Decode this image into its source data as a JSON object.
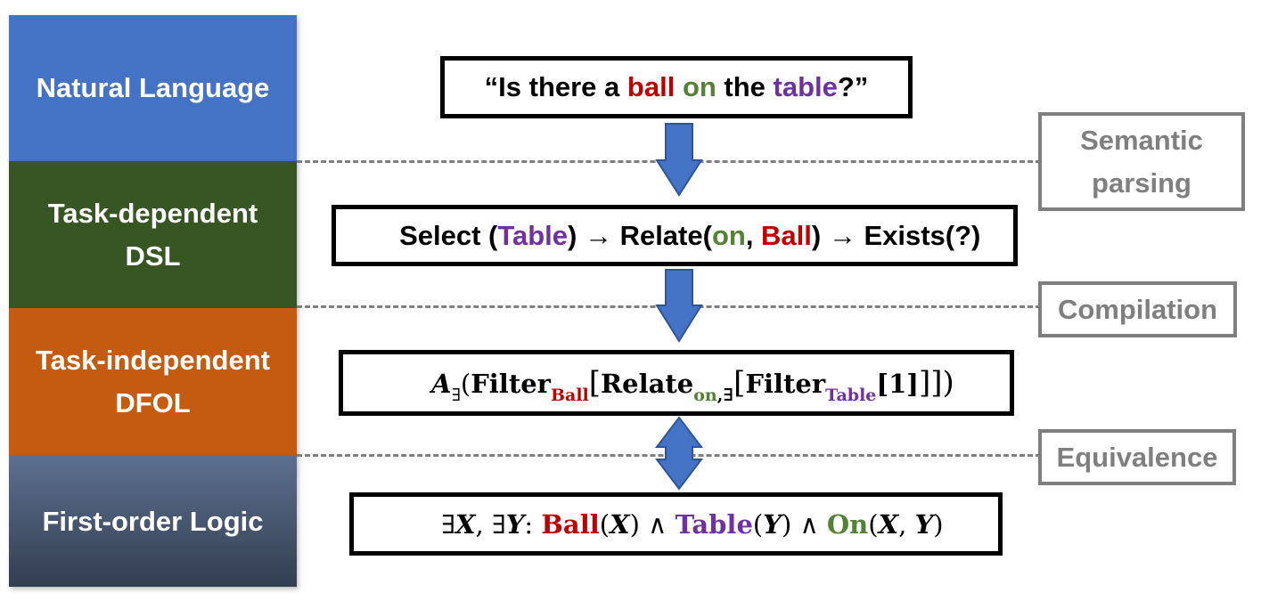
{
  "colors": {
    "natural_language": "#4472c4",
    "dsl": "#375623",
    "dfol": "#c55a11",
    "fol_top": "#5d6f90",
    "fol_bottom": "#333f50",
    "arrow": "#4472c4",
    "ball": "#c00000",
    "on": "#548235",
    "table": "#7030a0",
    "dashed": "#7f7f7f"
  },
  "levels": {
    "natural_language": "Natural Language",
    "dsl_line1": "Task-dependent",
    "dsl_line2": "DSL",
    "dfol_line1": "Task-independent",
    "dfol_line2": "DFOL",
    "fol": "First-order Logic"
  },
  "steps": {
    "semantic_line1": "Semantic",
    "semantic_line2": "parsing",
    "compilation": "Compilation",
    "equivalence": "Equivalence"
  },
  "question": {
    "open_quote": "“",
    "t1": "Is there a ",
    "ball": "ball",
    "t2": " ",
    "on": "on",
    "t3": " the ",
    "table": "table",
    "t4": "?”"
  },
  "dsl": {
    "select": "Select (",
    "table": "Table",
    "close1": ") ",
    "arrow1": "→",
    "relate": " Relate(",
    "on": "on",
    "comma": ", ",
    "ball": "Ball",
    "close2": ") ",
    "arrow2": "→",
    "exists": " Exists(?)"
  },
  "dfol": {
    "a": "A",
    "a_sub": "∃",
    "open_paren": "(",
    "filter1": "Filter",
    "filter1_sub": "Ball",
    "bracket1": "[",
    "relate": "Relate",
    "relate_sub_on": "on",
    "relate_sub_rest": ",∃",
    "bracket2": "[",
    "filter2": "Filter",
    "filter2_sub": "Table",
    "inner": "[1]",
    "closing": "]])"
  },
  "fol": {
    "exists_x": "∃",
    "x": "X",
    "comma": ", ∃",
    "y": "Y",
    "colon": ": ",
    "ball": "Ball",
    "p1_open": "(",
    "p1_var": "X",
    "p1_close": ") ∧ ",
    "table": "Table",
    "p2_open": "(",
    "p2_var": "Y",
    "p2_close": ") ∧ ",
    "on": "On",
    "p3_open": "(",
    "p3_var1": "X",
    "p3_mid": ", ",
    "p3_var2": "Y",
    "p3_close": ")"
  }
}
